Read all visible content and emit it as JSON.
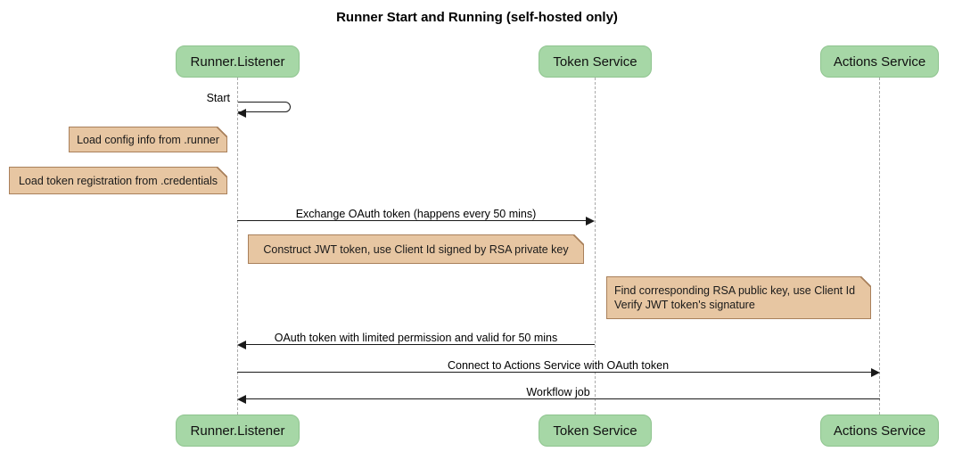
{
  "title": "Runner Start and Running (self-hosted only)",
  "participants": [
    {
      "label": "Runner.Listener"
    },
    {
      "label": "Token Service"
    },
    {
      "label": "Actions Service"
    }
  ],
  "messages": [
    {
      "label": "Start",
      "type": "self",
      "from": "Runner.Listener",
      "to": "Runner.Listener"
    },
    {
      "label": "Exchange OAuth token (happens every 50 mins)",
      "from": "Runner.Listener",
      "to": "Token Service"
    },
    {
      "label": "OAuth token with limited permission and valid for 50 mins",
      "from": "Token Service",
      "to": "Runner.Listener"
    },
    {
      "label": "Connect to Actions Service with OAuth token",
      "from": "Runner.Listener",
      "to": "Actions Service"
    },
    {
      "label": "Workflow job",
      "from": "Actions Service",
      "to": "Runner.Listener"
    }
  ],
  "notes": [
    {
      "lines": [
        "Load config info from .runner"
      ]
    },
    {
      "lines": [
        "Load token registration from .credentials"
      ]
    },
    {
      "lines": [
        "Construct JWT token, use Client Id signed by RSA private key"
      ]
    },
    {
      "lines": [
        "Find corresponding RSA public key, use Client Id",
        "Verify JWT token's signature"
      ]
    }
  ],
  "colors": {
    "participant_fill": "#a6d7a6",
    "participant_border": "#8fc48f",
    "note_fill": "#e7c6a2",
    "note_border": "#a9805b",
    "line": "#1a1a1a",
    "lifeline": "#aaaaaa"
  }
}
